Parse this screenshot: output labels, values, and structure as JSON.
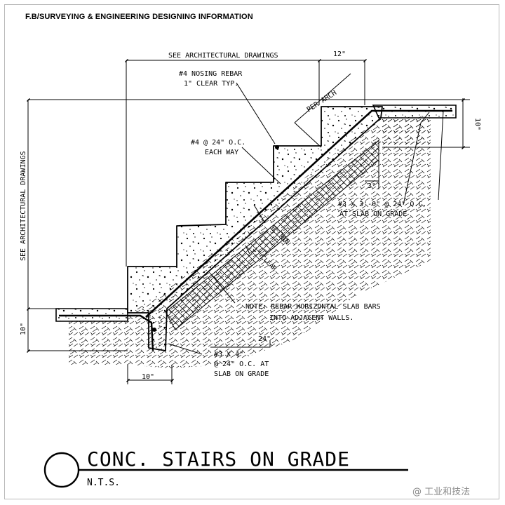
{
  "header": "F.B/SURVEYING & ENGINEERING DESIGNING INFORMATION",
  "labels": {
    "see_arch_top": "SEE ARCHITECTURAL DRAWINGS",
    "see_arch_left": "SEE ARCHITECTURAL DRAWINGS",
    "dim_12": "12\"",
    "riser_dim": "PER ARCH",
    "dim_10_right": "10\"",
    "dim_10_left": "10\"",
    "dim_10_bottom": "10\"",
    "dim_3": "3\"",
    "dim_24": "24\"",
    "nosing_line1": "#4 NOSING REBAR",
    "nosing_line2": "1\" CLEAR TYP.",
    "each_way_line1": "#4 @ 24\" O.C.",
    "each_way_line2": "EACH WAY",
    "slab3_line1": "#3 X 3'-0\" @ 24\" O.C.",
    "slab3_line2": "AT SLAB ON GRADE",
    "six_min": "6\" MIN",
    "one_clear": "1\" CLEAR",
    "note_line1": "NOTE: REBAR HORIZONTAL SLAB BARS",
    "note_line2": "INTO ADJACENT WALLS.",
    "bot_line1": "#3 X 4\"",
    "bot_line2": "@ 24\" O.C. AT",
    "bot_line3": "SLAB ON GRADE"
  },
  "title": "CONC. STAIRS ON GRADE",
  "subtitle": "N.T.S.",
  "watermark": "@ 工业和技法",
  "colors": {
    "ink": "#000000",
    "frame": "#b9b9b9",
    "watermark": "#888888"
  }
}
